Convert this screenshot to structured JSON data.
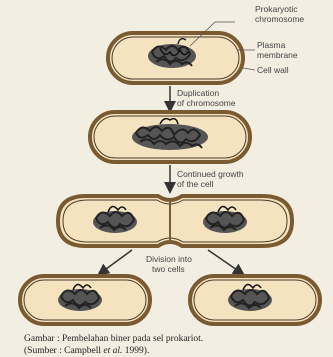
{
  "labels": {
    "prokaryotic": "Prokaryotic",
    "chromosome": "chromosome",
    "plasma": "Plasma",
    "membrane": "membrane",
    "cell_wall": "Cell wall",
    "duplication": "Duplication",
    "of_chromosome": "of chromosome",
    "continued_growth": "Continued growth",
    "of_the_cell": "of the cell",
    "division_into": "Division into",
    "two_cells": "two cells"
  },
  "caption": {
    "line1": "Gambar : Pembelahan biner pada sel prokariot.",
    "line2_pre": "(Sumber : Campbell ",
    "line2_italic": "et al.",
    "line2_post": " 1999)."
  },
  "colors": {
    "background": "#f3eee2",
    "cell_wall_outer": "#7a5a30",
    "cell_fill": "#f5e3c0",
    "membrane": "#4a3a28",
    "chromosome": "#333333",
    "arrow": "#333333"
  }
}
